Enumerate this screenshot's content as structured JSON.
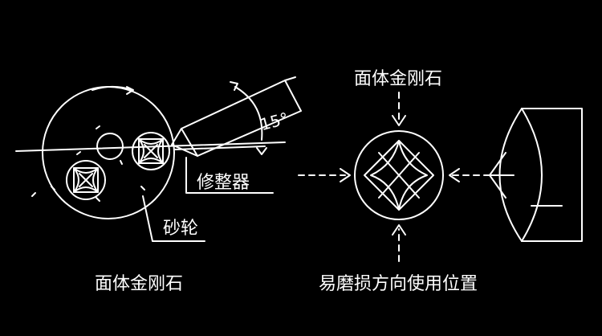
{
  "labels": {
    "left_caption": "面体金刚石",
    "right_top": "面体金刚石",
    "right_caption": "易磨损方向使用位置",
    "dresser": "修整器",
    "wheel": "砂轮",
    "angle": "15°"
  },
  "colors": {
    "background": "#000000",
    "line": "#ffffff"
  }
}
